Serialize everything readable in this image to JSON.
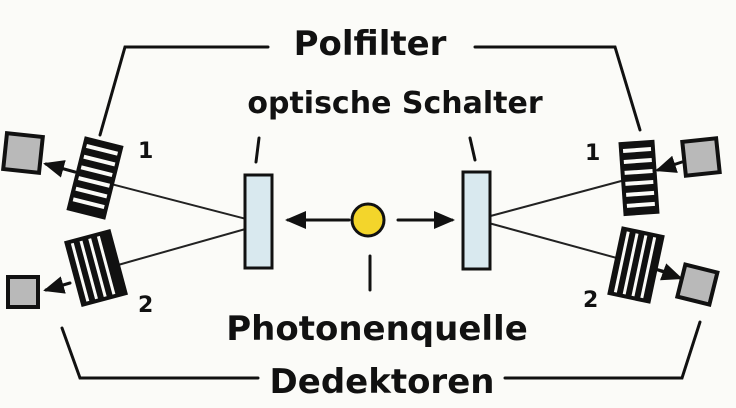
{
  "labels": {
    "polarizers": "Polfilter",
    "switches": "optische Schalter",
    "source": "Photonenquelle",
    "detectors": "Dedektoren",
    "left_channel_1": "1",
    "left_channel_2": "2",
    "right_channel_1": "1",
    "right_channel_2": "2"
  },
  "colors": {
    "switch_fill": "#d9e9ef",
    "source_fill": "#f3d52b",
    "detector_fill": "#b9b9b9",
    "ink": "#111111"
  }
}
